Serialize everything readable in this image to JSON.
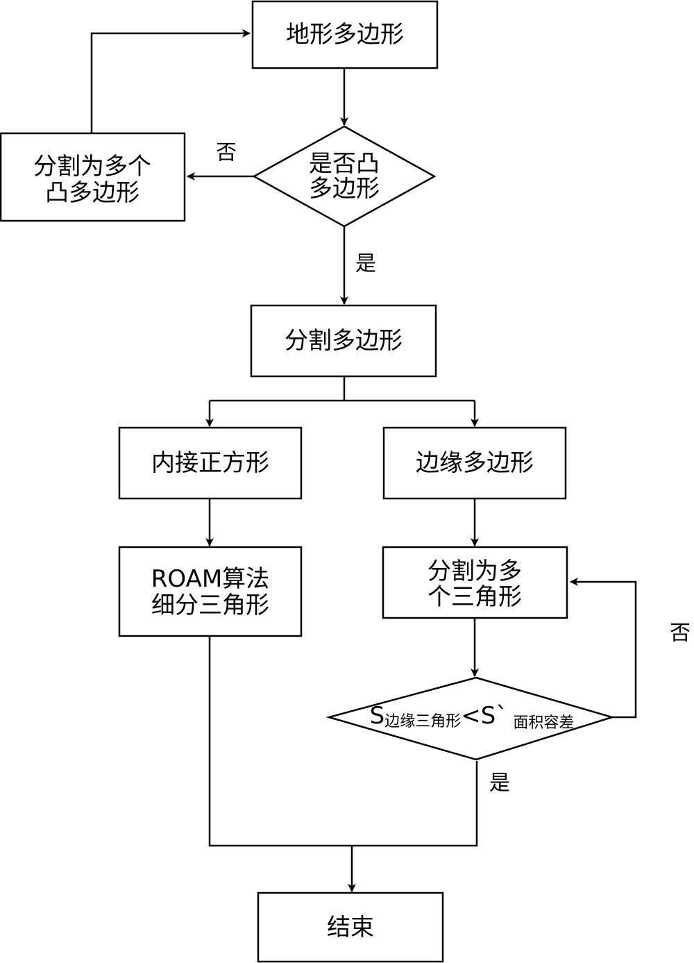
{
  "nodes": {
    "terrain_polygon": "地形多边形",
    "is_convex": [
      "是否凸",
      "多边形"
    ],
    "split_convex": [
      "分割为多个",
      "凸多边形"
    ],
    "split_polygon": "分割多边形",
    "inscribed_square": "内接正方形",
    "edge_polygon": "边缘多边形",
    "roam": [
      "ROAM算法",
      "细分三角形"
    ],
    "split_triangles": [
      "分割为多",
      "个三角形"
    ],
    "area_check": {
      "s1": "S",
      "sub1": "边缘三角形",
      "op": "<",
      "s2": "S`",
      "sub2": "面积容差"
    },
    "end": "结束"
  },
  "edge_labels": {
    "no_convex": "否",
    "yes_convex": "是",
    "no_area": "否",
    "yes_area": "是"
  }
}
